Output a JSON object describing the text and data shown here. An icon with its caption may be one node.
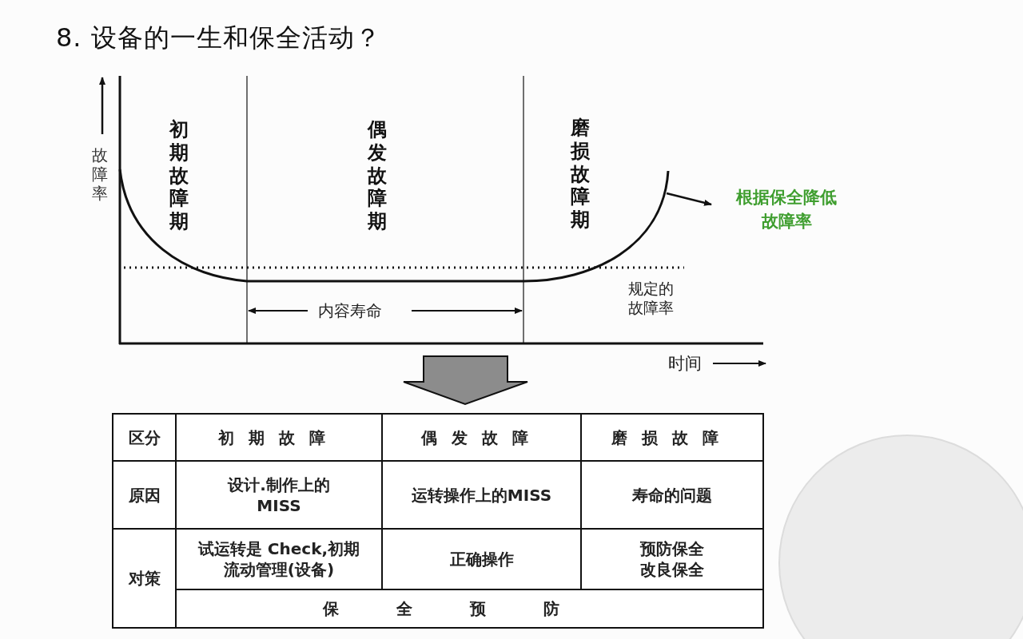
{
  "diagram": {
    "title": "8. 设备的一生和保全活动？",
    "nodes": [
      {
        "text": [],
        "shape": "curve"
      },
      {
        "text": [
          "根据保全降低故障率"
        ]
      }
    ],
    "edges": [
      {
        "from": 0,
        "to": 1,
        "arrow": "to"
      }
    ],
    "labels": [
      "故障率",
      "初期故障期",
      "偶发故障期",
      "磨损故障期",
      "内容寿命",
      "规定的故障率",
      "时间",
      "区分",
      "初期故障",
      "偶发故障",
      "磨损故障",
      "原因",
      "设计.制作上的MISS",
      "运转操作上的MISS",
      "寿命的问题",
      "对策",
      "试运转是 Check,初期流动管理(设备)",
      "正确操作",
      "预防保全改良保全",
      "保全预防"
    ]
  }
}
